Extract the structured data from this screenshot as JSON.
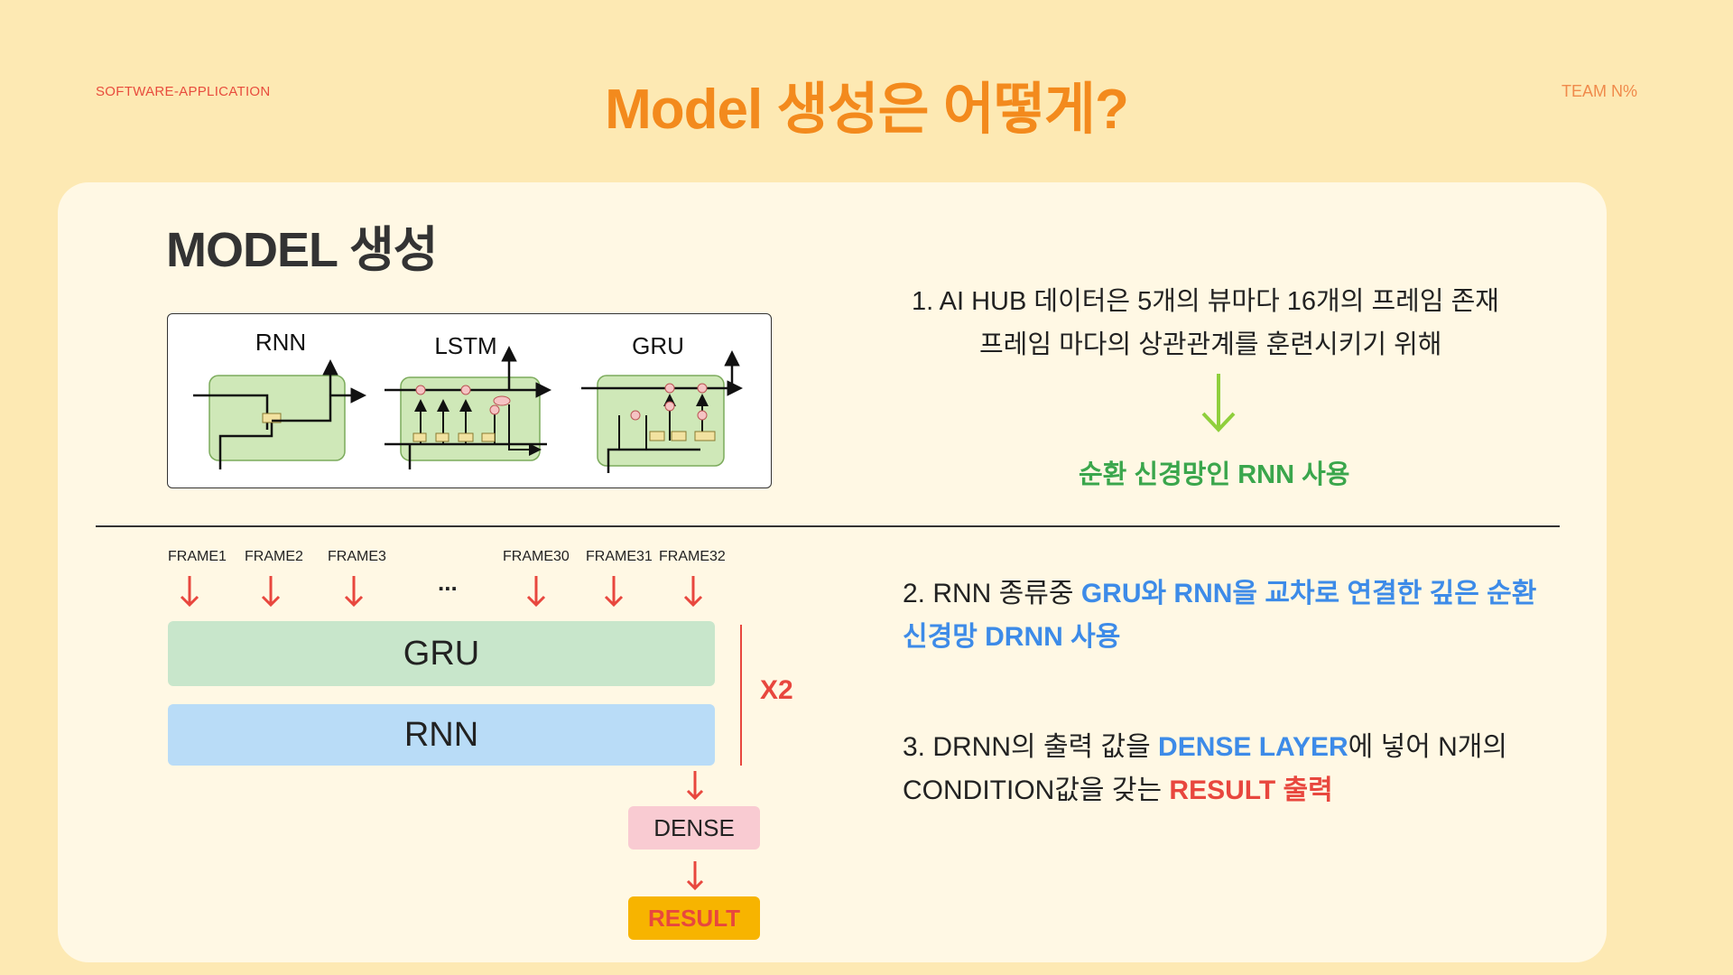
{
  "header": {
    "left_label": "SOFTWARE-APPLICATION",
    "title": "Model 생성은 어떻게?",
    "right_label": "TEAM N%"
  },
  "section_title": "MODEL 생성",
  "diagram": {
    "labels": [
      "RNN",
      "LSTM",
      "GRU"
    ]
  },
  "note1": {
    "line1": "1. AI HUB 데이터은 5개의 뷰마다 16개의 프레임 존재",
    "line2": "프레임 마다의 상관관계를 훈련시키기 위해",
    "result": "순환 신경망인 RNN 사용"
  },
  "frames": {
    "labels": [
      "FRAME1",
      "FRAME2",
      "FRAME3",
      "FRAME30",
      "FRAME31",
      "FRAME32"
    ],
    "ellipsis": "..."
  },
  "model": {
    "gru_label": "GRU",
    "rnn_label": "RNN",
    "repeat_label": "X2",
    "dense_label": "DENSE",
    "result_label": "RESULT"
  },
  "note2": {
    "prefix": "2. RNN 종류중 ",
    "highlight": "GRU와 RNN을 교차로 연결한 깊은 순환 신경망 DRNN 사용"
  },
  "note3": {
    "prefix": "3. DRNN의 출력 값을 ",
    "highlight1": "DENSE LAYER",
    "middle": "에 넣어 N개의 CONDITION값을 갖는 ",
    "highlight2": "RESULT 출력"
  },
  "colors": {
    "background": "#fde9b3",
    "card": "#fff8e4",
    "title_orange": "#f38a1d",
    "accent_red": "#e8473e",
    "accent_green": "#3aa64c",
    "accent_blue": "#3d8be8",
    "gru_fill": "#c8e6cb",
    "rnn_fill": "#b9dcf7",
    "dense_fill": "#f9cbd2",
    "result_fill": "#f7b400"
  }
}
